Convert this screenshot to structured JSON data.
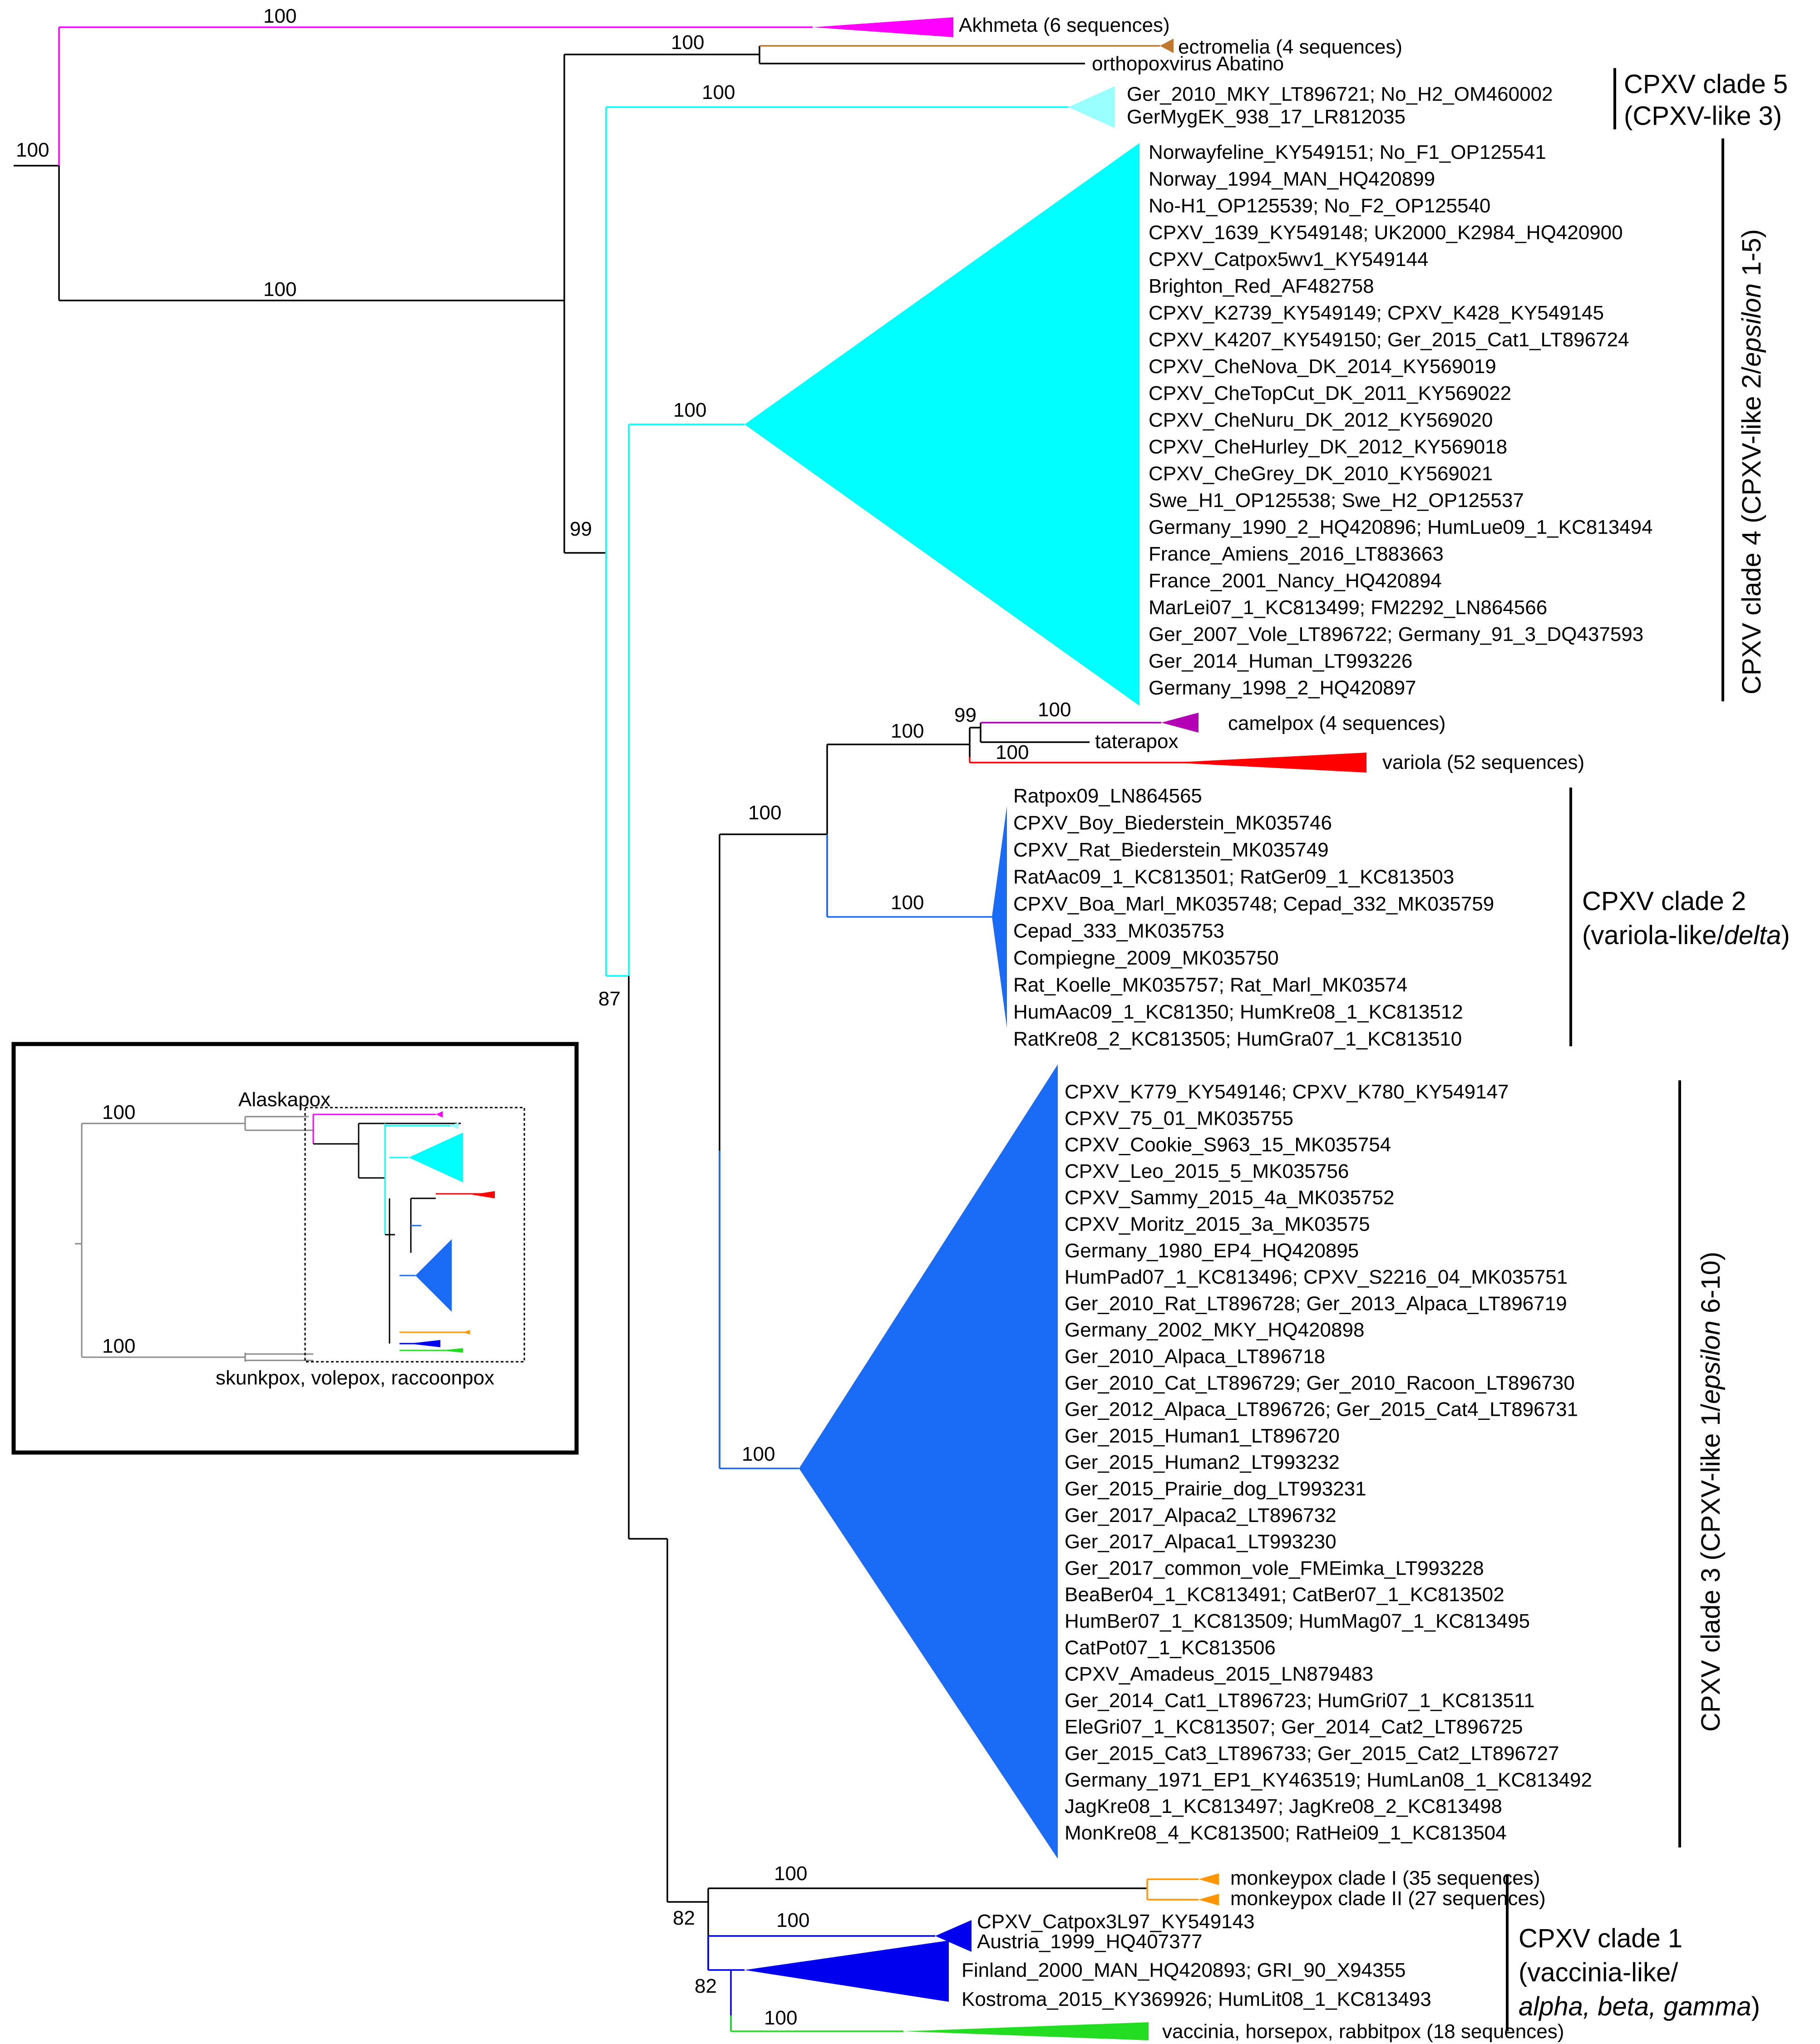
{
  "bootstrap": {
    "root": "100",
    "akhmeta": "100",
    "ingroup": "100",
    "ectro": "100",
    "clade4_node": "99",
    "clade5": "100",
    "clade4": "100",
    "clade2_3_1": "87",
    "variola_group": "100",
    "camel_group": "100",
    "camel_tatera": "99",
    "variola": "100",
    "clade2": "100",
    "clade3": "100",
    "clade1_mpx": "82",
    "monkeypox": "100",
    "clade1_vac": "82",
    "clade1a": "100",
    "vaccinia": "100"
  },
  "taxa": {
    "akhmeta": "Akhmeta (6 sequences)",
    "ectromelia": "ectromelia (4 sequences)",
    "abatino": "orthopoxvirus Abatino",
    "camelpox": "camelpox (4 sequences)",
    "taterapox": "taterapox",
    "variola": "variola (52 sequences)",
    "mpx1": "monkeypox clade I (35 sequences)",
    "mpx2": "monkeypox clade II (27 sequences)",
    "vaccinia": "vaccinia, horsepox, rabbitpox (18 sequences)"
  },
  "clade5_taxa": [
    "Ger_2010_MKY_LT896721; No_H2_OM460002",
    "GerMygEK_938_17_LR812035"
  ],
  "clade4_taxa": [
    "Norwayfeline_KY549151; No_F1_OP125541",
    "Norway_1994_MAN_HQ420899",
    "No-H1_OP125539; No_F2_OP125540",
    "CPXV_1639_KY549148; UK2000_K2984_HQ420900",
    "CPXV_Catpox5wv1_KY549144",
    "Brighton_Red_AF482758",
    "CPXV_K2739_KY549149; CPXV_K428_KY549145",
    "CPXV_K4207_KY549150; Ger_2015_Cat1_LT896724",
    "CPXV_CheNova_DK_2014_KY569019",
    "CPXV_CheTopCut_DK_2011_KY569022",
    "CPXV_CheNuru_DK_2012_KY569020",
    "CPXV_CheHurley_DK_2012_KY569018",
    "CPXV_CheGrey_DK_2010_KY569021",
    "Swe_H1_OP125538; Swe_H2_OP125537",
    "Germany_1990_2_HQ420896; HumLue09_1_KC813494",
    "France_Amiens_2016_LT883663",
    "France_2001_Nancy_HQ420894",
    "MarLei07_1_KC813499; FM2292_LN864566",
    "Ger_2007_Vole_LT896722; Germany_91_3_DQ437593",
    "Ger_2014_Human_LT993226",
    "Germany_1998_2_HQ420897"
  ],
  "clade2_taxa": [
    "Ratpox09_LN864565",
    "CPXV_Boy_Biederstein_MK035746",
    "CPXV_Rat_Biederstein_MK035749",
    "RatAac09_1_KC813501; RatGer09_1_KC813503",
    "CPXV_Boa_Marl_MK035748; Cepad_332_MK035759",
    "Cepad_333_MK035753",
    "Compiegne_2009_MK035750",
    "Rat_Koelle_MK035757; Rat_Marl_MK03574",
    "HumAac09_1_KC81350; HumKre08_1_KC813512",
    "RatKre08_2_KC813505; HumGra07_1_KC813510"
  ],
  "clade3_taxa": [
    "CPXV_K779_KY549146; CPXV_K780_KY549147",
    "CPXV_75_01_MK035755",
    "CPXV_Cookie_S963_15_MK035754",
    "CPXV_Leo_2015_5_MK035756",
    "CPXV_Sammy_2015_4a_MK035752",
    "CPXV_Moritz_2015_3a_MK03575",
    "Germany_1980_EP4_HQ420895",
    "HumPad07_1_KC813496; CPXV_S2216_04_MK035751",
    "Ger_2010_Rat_LT896728; Ger_2013_Alpaca_LT896719",
    "Germany_2002_MKY_HQ420898",
    "Ger_2010_Alpaca_LT896718",
    "Ger_2010_Cat_LT896729; Ger_2010_Racoon_LT896730",
    "Ger_2012_Alpaca_LT896726; Ger_2015_Cat4_LT896731",
    "Ger_2015_Human1_LT896720",
    "Ger_2015_Human2_LT993232",
    "Ger_2015_Prairie_dog_LT993231",
    "Ger_2017_Alpaca2_LT896732",
    "Ger_2017_Alpaca1_LT993230",
    "Ger_2017_common_vole_FMEimka_LT993228",
    "BeaBer04_1_KC813491; CatBer07_1_KC813502",
    "HumBer07_1_KC813509; HumMag07_1_KC813495",
    "CatPot07_1_KC813506",
    "CPXV_Amadeus_2015_LN879483",
    "Ger_2014_Cat1_LT896723; HumGri07_1_KC813511",
    "EleGri07_1_KC813507; Ger_2014_Cat2_LT896725",
    "Ger_2015_Cat3_LT896733; Ger_2015_Cat2_LT896727",
    "Germany_1971_EP1_KY463519; HumLan08_1_KC813492",
    "JagKre08_1_KC813497; JagKre08_2_KC813498",
    "MonKre08_4_KC813500; RatHei09_1_KC813504"
  ],
  "clade1a_taxa": [
    "CPXV_Catpox3L97_KY549143",
    "Austria_1999_HQ407377"
  ],
  "clade1b_taxa": [
    "Finland_2000_MAN_HQ420893;  GRI_90_X94355",
    "Kostroma_2015_KY369926;  HumLit08_1_KC813493"
  ],
  "clades": {
    "c5_l1": "CPXV clade 5",
    "c5_l2": "(CPXV-like 3)",
    "c4_pre": "CPXV clade 4 (CPXV-like 2/",
    "c4_it": "epsilon",
    "c4_post": " 1-5)",
    "c2_l1": "CPXV clade 2",
    "c2_pre": "(variola-like/",
    "c2_it": "delta",
    "c2_post": ")",
    "c3_pre": "CPXV clade 3 (CPXV-like 1/",
    "c3_it": "epsilon",
    "c3_post": " 6-10)",
    "c1_l1": "CPXV clade 1",
    "c1_l2": "(vaccinia-like/",
    "c1_it": "alpha, beta, gamma",
    "c1_post": ")"
  },
  "inset": {
    "b1": "100",
    "b2": "100",
    "alaskapox": "Alaskapox",
    "skunk": "skunkpox, volepox, raccoonpox"
  },
  "colors": {
    "magenta": "#ff00ff",
    "cyan": "#00ffff",
    "cyan_light": "#99ffff",
    "blue": "#1a6cf7",
    "dark_blue": "#0000ee",
    "red": "#ff0000",
    "purple": "#b400b4",
    "orange": "#ff9500",
    "brown": "#c07830",
    "green": "#22dd22"
  }
}
